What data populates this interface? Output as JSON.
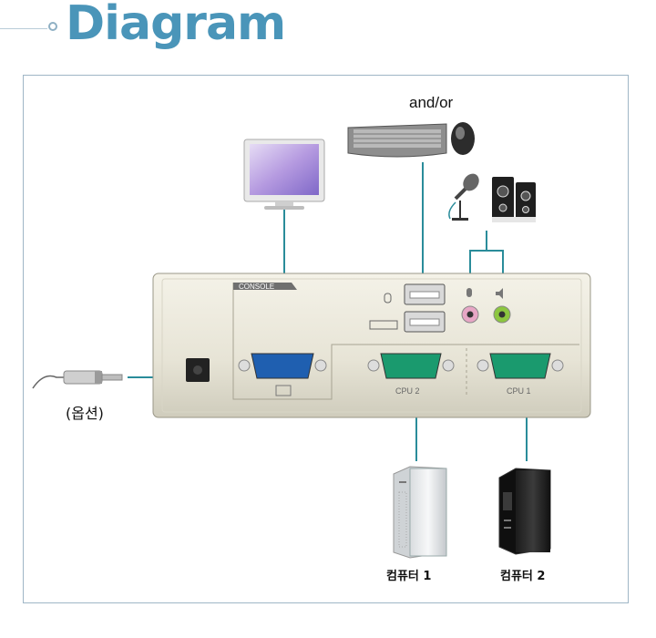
{
  "header": {
    "title": "Diagram"
  },
  "labels": {
    "and_or": "and/or",
    "option": "(옵션)",
    "computer1": "컴퓨터 1",
    "computer2": "컴퓨터 2",
    "console": "CONSOLE",
    "cpu2": "CPU 2",
    "cpu1": "CPU 1"
  },
  "colors": {
    "accent": "#4a95b9",
    "cable": "#2a8c9a",
    "frame": "#9fb6c6",
    "vga_console": "#1f5fb0",
    "vga_cpu": "#1a9a6e",
    "mic_port": "#e7a6c5",
    "spk_port": "#8cc63f"
  }
}
